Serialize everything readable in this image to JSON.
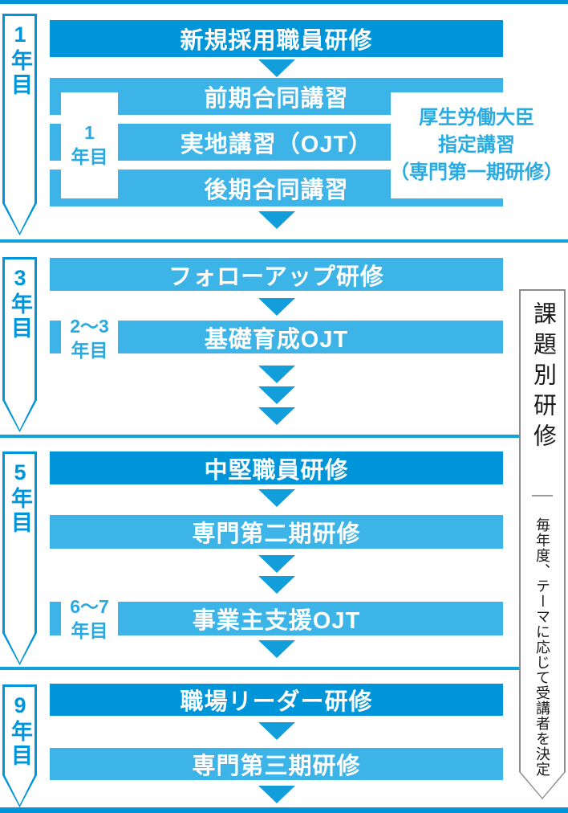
{
  "colors": {
    "dark_blue": "#0095d8",
    "light_blue": "#3cb4e8",
    "arrow_blue": "#119edb",
    "note_text_blue": "#29abe2",
    "ribbon_border_gray": "#8d8d8d",
    "ribbon_text_black": "#1a1a1a"
  },
  "timeline": {
    "markers": [
      {
        "label": "1年目"
      },
      {
        "label": "3年目"
      },
      {
        "label": "5年目"
      },
      {
        "label": "9年目"
      }
    ]
  },
  "bars": [
    {
      "label": "新規採用職員研修",
      "variant": "dark"
    },
    {
      "label": "前期合同講習",
      "variant": "light"
    },
    {
      "label": "実地講習（OJT）",
      "variant": "light"
    },
    {
      "label": "後期合同講習",
      "variant": "light"
    },
    {
      "label": "フォローアップ研修",
      "variant": "light"
    },
    {
      "label": "基礎育成OJT",
      "variant": "light"
    },
    {
      "label": "中堅職員研修",
      "variant": "dark"
    },
    {
      "label": "専門第二期研修",
      "variant": "light"
    },
    {
      "label": "事業主支援OJT",
      "variant": "light"
    },
    {
      "label": "職場リーダー研修",
      "variant": "dark"
    },
    {
      "label": "専門第三期研修",
      "variant": "light"
    }
  ],
  "year_tags": [
    {
      "line1": "1",
      "line2": "年目"
    },
    {
      "line1": "2〜3",
      "line2": "年目"
    },
    {
      "line1": "6〜7",
      "line2": "年目"
    }
  ],
  "note_box": {
    "line1": "厚生労働大臣",
    "line2": "指定講習",
    "line3": "（専門第一期研修）"
  },
  "ribbon": {
    "title": "課題別研修",
    "description": "毎年度、テーマに応じて受講者を決定"
  }
}
